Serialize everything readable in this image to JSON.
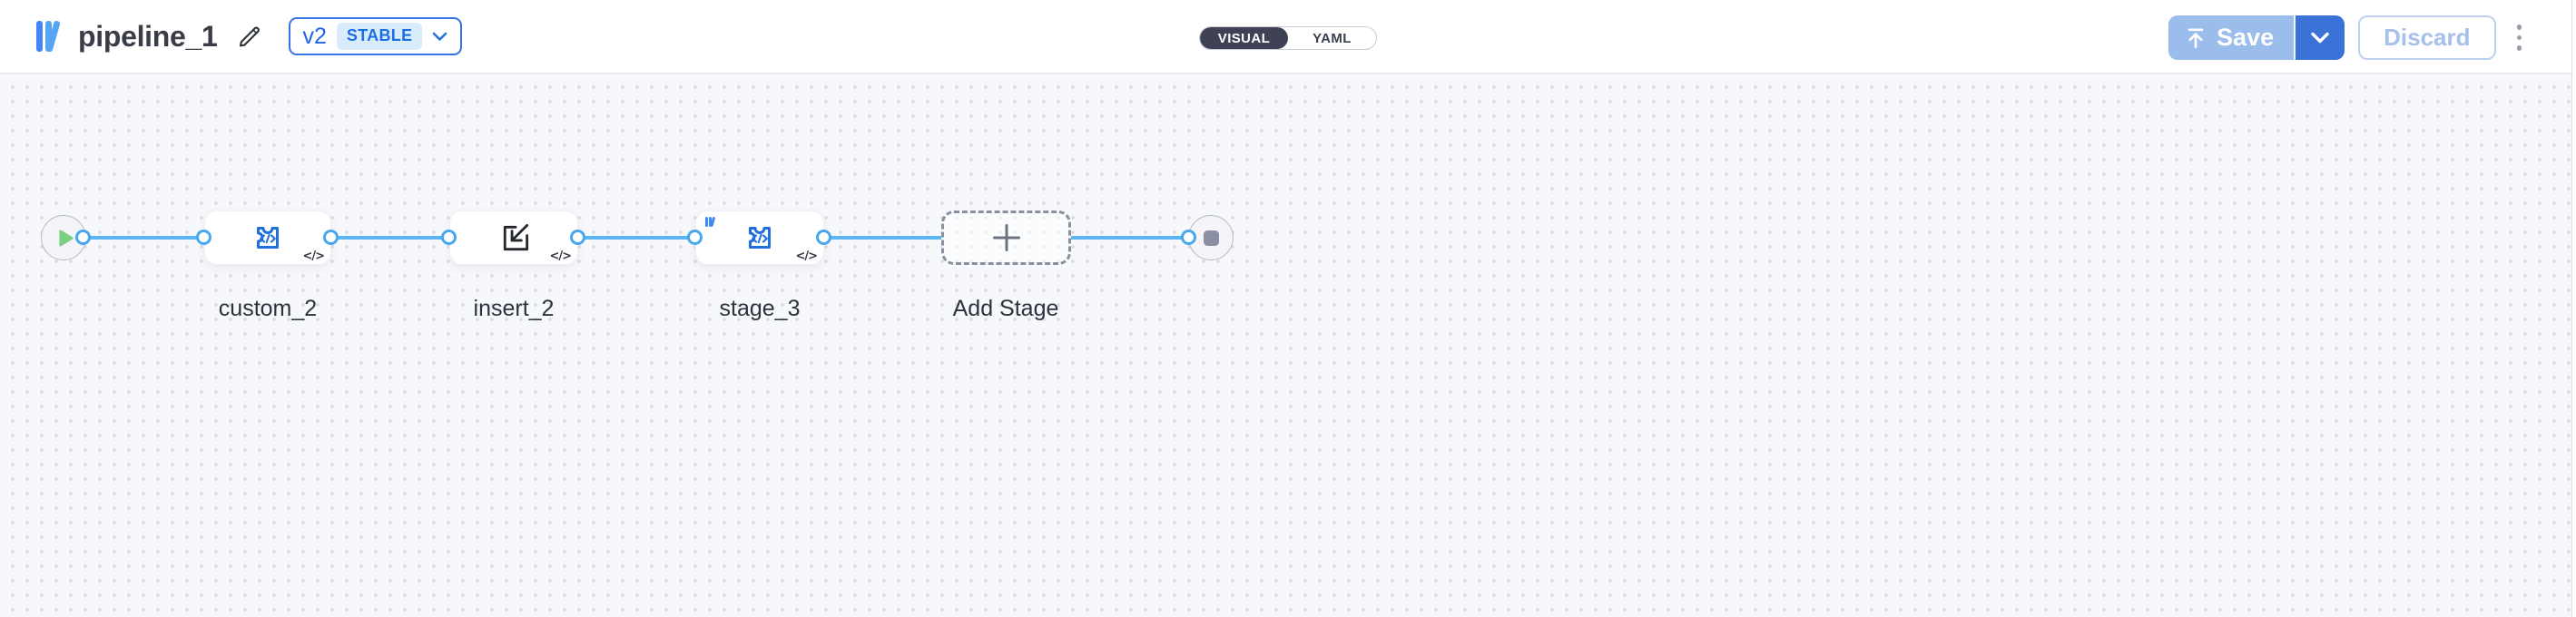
{
  "header": {
    "title": "pipeline_1",
    "version": {
      "label": "v2",
      "status_badge": "STABLE"
    },
    "view_toggle": {
      "visual": "VISUAL",
      "yaml": "YAML",
      "selected": "VISUAL"
    },
    "actions": {
      "save": "Save",
      "discard": "Discard"
    },
    "icons": [
      "library-bars-logo",
      "pencil-edit",
      "chevron-down",
      "upload-arrow",
      "kebab-menu"
    ]
  },
  "canvas": {
    "start_node": {
      "type": "start",
      "icon": "play-icon"
    },
    "nodes": [
      {
        "label": "custom_2",
        "icon": "puzzle-code-icon",
        "corner_glyph": "</>"
      },
      {
        "label": "insert_2",
        "icon": "import-icon",
        "corner_glyph": "</>"
      },
      {
        "label": "stage_3",
        "icon": "puzzle-code-icon",
        "corner_glyph": "</>",
        "badge_icon": "library-bars-icon"
      },
      {
        "label": "Add Stage",
        "icon": "plus-icon",
        "type": "add-stage-placeholder"
      }
    ],
    "end_node": {
      "type": "end",
      "icon": "stop-icon"
    }
  },
  "theme": {
    "accent_blue": "#3b72d8",
    "save_disabled": "#9abdeb",
    "discard_text": "#a6c0e9",
    "discard_border": "#bcd0f1",
    "version_blue": "#2563eb",
    "badge_bg": "#d8ecfc",
    "badge_text": "#1b6fe3",
    "toggle_dark": "#3e4254",
    "logo_blue": "#57a3f4",
    "logo_blue_dark": "#4584f3",
    "line_blue": "#5ab5f0",
    "port_blue": "#48a7ed",
    "icon_blue": "#1e6ede",
    "play_green": "#7acf83",
    "stop_gray": "#8a8fa3",
    "canvas_bg": "#f7f8fb",
    "dot_color": "#d7d9e2"
  }
}
